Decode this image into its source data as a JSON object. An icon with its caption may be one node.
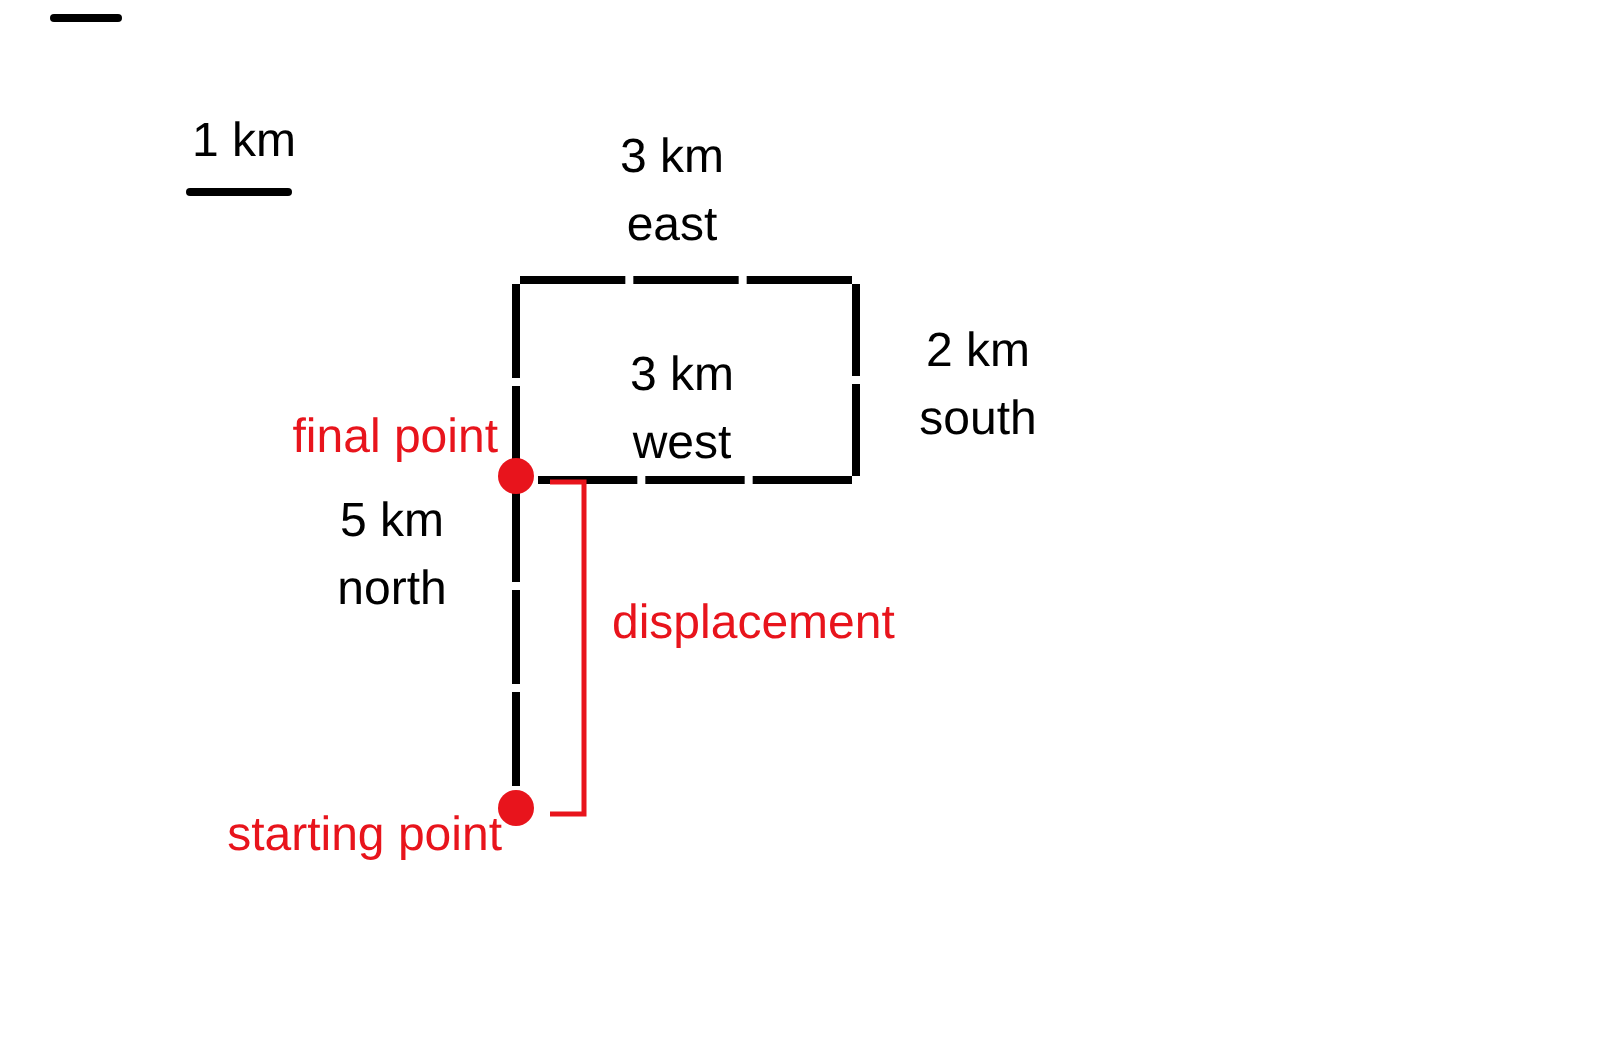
{
  "diagram": {
    "nodes": [
      {
        "text": [],
        "shape": "circle",
        "beside": [
          "final point"
        ]
      },
      {
        "text": [],
        "shape": "circle",
        "beside": [
          "starting point"
        ]
      }
    ],
    "edges": [
      {
        "from": 1,
        "to": 0,
        "arrow": "none"
      }
    ],
    "labels": [
      "1 km",
      "3 km east",
      "2 km south",
      "3 km west",
      "5 km north",
      "displacement"
    ]
  }
}
